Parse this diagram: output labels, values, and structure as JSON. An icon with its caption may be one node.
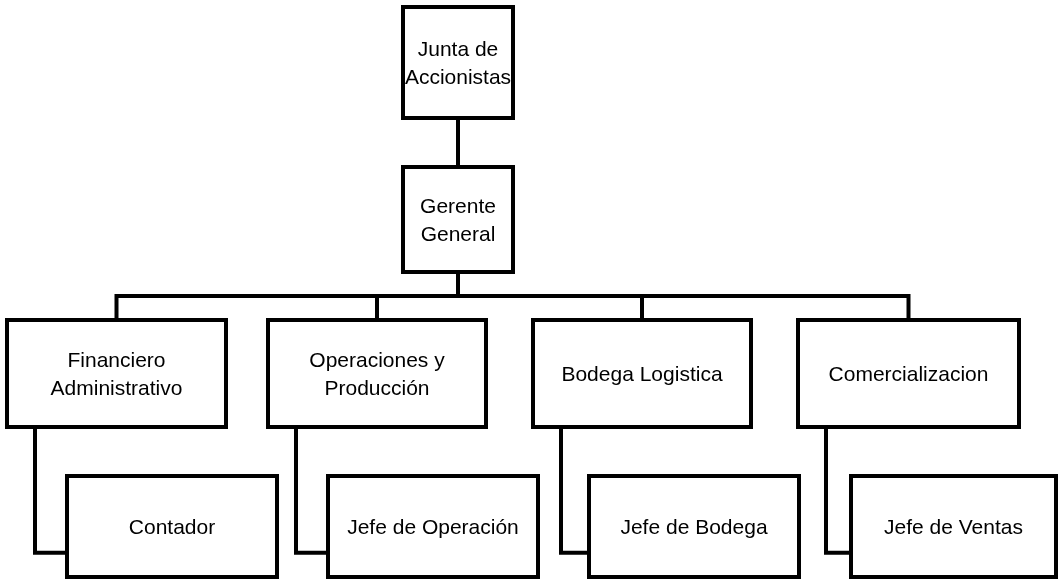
{
  "diagram": {
    "nodes": [
      {
        "text": [
          "Junta de Accionistas"
        ]
      },
      {
        "text": [
          "Gerente General"
        ]
      },
      {
        "text": [
          "Financiero Administrativo"
        ]
      },
      {
        "text": [
          "Operaciones y Producción"
        ]
      },
      {
        "text": [
          "Bodega Logistica"
        ]
      },
      {
        "text": [
          "Comercializacion"
        ]
      },
      {
        "text": [
          "Contador"
        ]
      },
      {
        "text": [
          "Jefe de Operación"
        ]
      },
      {
        "text": [
          "Jefe de Bodega"
        ]
      },
      {
        "text": [
          "Jefe de Ventas"
        ]
      }
    ],
    "edges": [
      {
        "from": 0,
        "to": 1,
        "arrow": "none"
      },
      {
        "from": 1,
        "to": 2,
        "arrow": "none"
      },
      {
        "from": 1,
        "to": 3,
        "arrow": "none"
      },
      {
        "from": 1,
        "to": 4,
        "arrow": "none"
      },
      {
        "from": 1,
        "to": 5,
        "arrow": "none"
      },
      {
        "from": 2,
        "to": 6,
        "arrow": "none"
      },
      {
        "from": 3,
        "to": 7,
        "arrow": "none"
      },
      {
        "from": 4,
        "to": 8,
        "arrow": "none"
      },
      {
        "from": 5,
        "to": 9,
        "arrow": "none"
      }
    ]
  }
}
